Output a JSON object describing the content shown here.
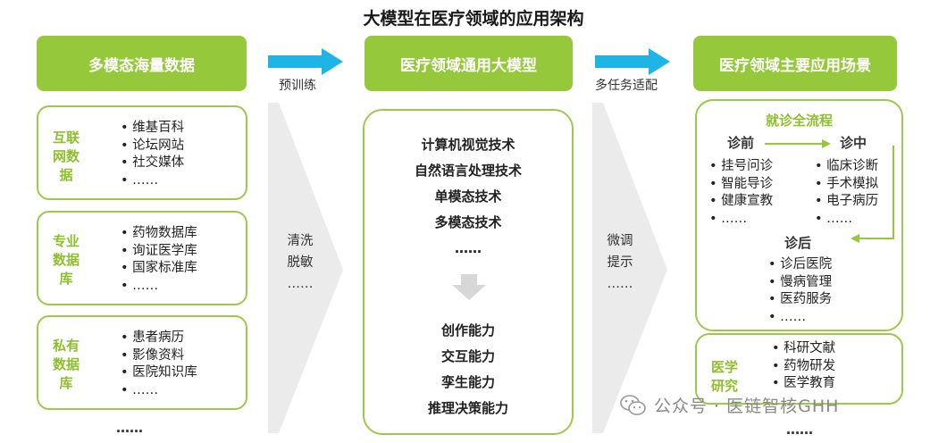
{
  "title": "大模型在医疗领域的应用架构",
  "headers": {
    "left": "多模态海量数据",
    "middle": "医疗领域通用大模型",
    "right": "医疗领域主要应用场景"
  },
  "arrows": {
    "first_label": "预训练",
    "second_label": "多任务适配"
  },
  "data_sources": [
    {
      "label": "互联网数据",
      "items": [
        "维基百科",
        "论坛网站",
        "社交媒体",
        "……"
      ]
    },
    {
      "label": "专业数据库",
      "items": [
        "药物数据库",
        "询证医学库",
        "国家标准库",
        "……"
      ]
    },
    {
      "label": "私有数据库",
      "items": [
        "患者病历",
        "影像资料",
        "医院知识库",
        "……"
      ]
    }
  ],
  "left_more": "……",
  "process1": {
    "line1": "清洗",
    "line2": "脱敏",
    "line3": "……"
  },
  "process2": {
    "line1": "微调",
    "line2": "提示",
    "line3": "……"
  },
  "model": {
    "tech": [
      "计算机视觉技术",
      "自然语言处理技术",
      "单模态技术",
      "多模态技术",
      "……"
    ],
    "abilities": [
      "创作能力",
      "交互能力",
      "孪生能力",
      "推理决策能力"
    ]
  },
  "workflow": {
    "title": "就诊全流程",
    "pre_title": "诊前",
    "pre_items": [
      "挂号问诊",
      "智能导诊",
      "健康宣教",
      "……"
    ],
    "during_title": "诊中",
    "during_items": [
      "临床诊断",
      "手术模拟",
      "电子病历",
      "……"
    ],
    "post_title": "诊后",
    "post_items": [
      "诊后医院",
      "慢病管理",
      "医药服务",
      "……"
    ]
  },
  "research": {
    "label": "医学研究",
    "items": [
      "科研文献",
      "药物研发",
      "医学教育"
    ]
  },
  "right_more": "……",
  "watermark": "公众号 · 医链智核GHH",
  "colors": {
    "green": "#96c83c",
    "cyan": "#1eb4e6",
    "chevron": "#ebebeb"
  }
}
